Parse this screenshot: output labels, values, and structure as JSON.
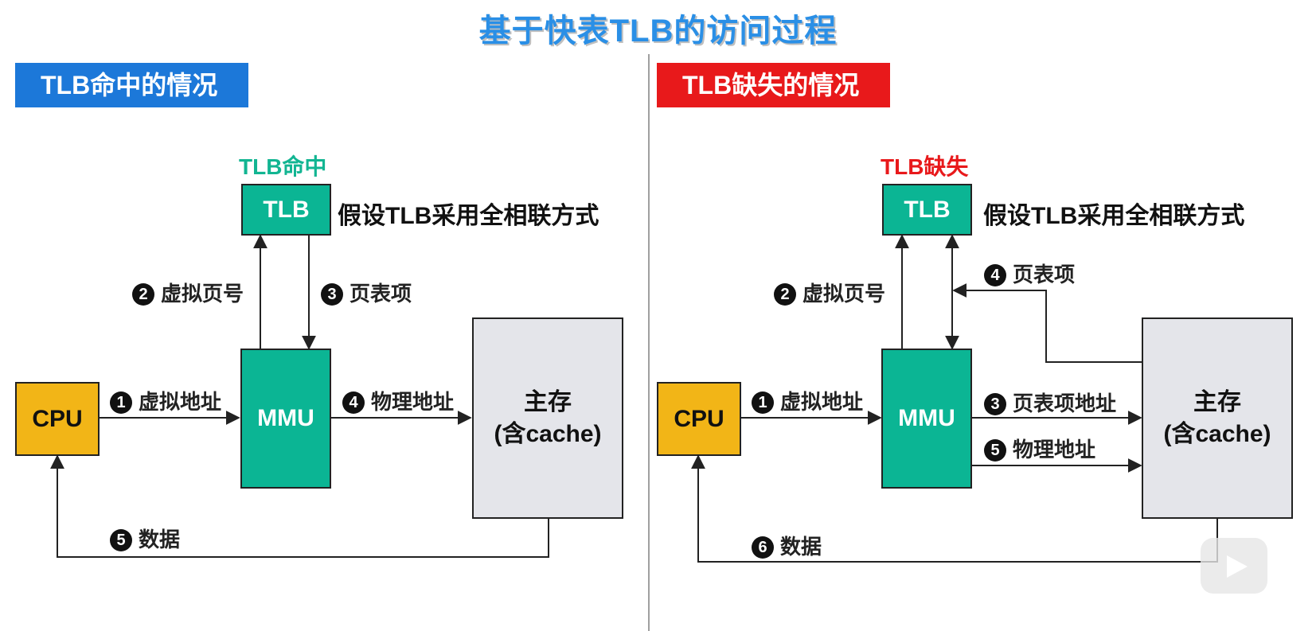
{
  "title": "基于快表TLB的访问过程",
  "left": {
    "banner": "TLB命中的情况",
    "status": "TLB命中",
    "tlb": "TLB",
    "assumption": "假设TLB采用全相联方式",
    "cpu": "CPU",
    "mmu": "MMU",
    "memory_line1": "主存",
    "memory_line2": "(含cache)",
    "steps": [
      {
        "num": "1",
        "text": "虚拟地址"
      },
      {
        "num": "2",
        "text": "虚拟页号"
      },
      {
        "num": "3",
        "text": "页表项"
      },
      {
        "num": "4",
        "text": "物理地址"
      },
      {
        "num": "5",
        "text": "数据"
      }
    ]
  },
  "right": {
    "banner": "TLB缺失的情况",
    "status": "TLB缺失",
    "tlb": "TLB",
    "assumption": "假设TLB采用全相联方式",
    "cpu": "CPU",
    "mmu": "MMU",
    "memory_line1": "主存",
    "memory_line2": "(含cache)",
    "steps": [
      {
        "num": "1",
        "text": "虚拟地址"
      },
      {
        "num": "2",
        "text": "虚拟页号"
      },
      {
        "num": "3",
        "text": "页表项地址"
      },
      {
        "num": "4",
        "text": "页表项"
      },
      {
        "num": "5",
        "text": "物理地址"
      },
      {
        "num": "6",
        "text": "数据"
      }
    ]
  },
  "colors": {
    "title": "#2a8fe6",
    "hit_banner": "#1c78d9",
    "miss_banner": "#e8191b",
    "tlb_mmu": "#0bb594",
    "cpu": "#f2b517",
    "memory": "#e4e5ea"
  },
  "icons": [
    "play-icon"
  ]
}
